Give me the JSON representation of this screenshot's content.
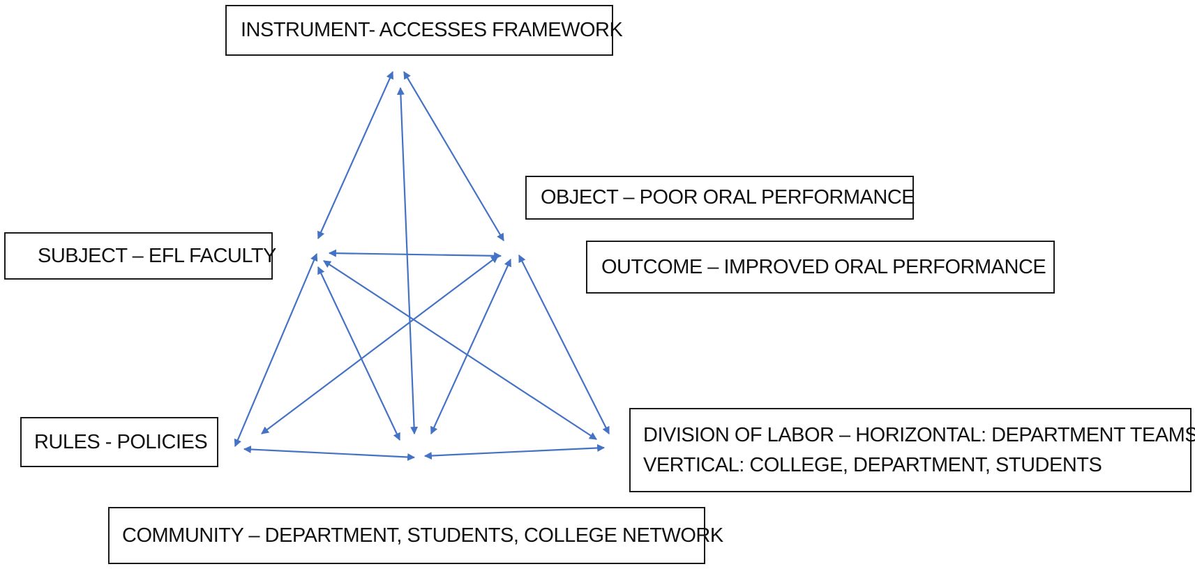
{
  "diagram": {
    "instrument": "INSTRUMENT- ACCESSES FRAMEWORK",
    "object": "OBJECT – POOR ORAL PERFORMANCE",
    "subject": "SUBJECT – EFL FACULTY",
    "outcome": "OUTCOME – IMPROVED ORAL PERFORMANCE",
    "rules": "RULES - POLICIES",
    "division_line1": "DIVISION OF LABOR – HORIZONTAL: DEPARTMENT TEAMS",
    "division_line2": "VERTICAL: COLLEGE, DEPARTMENT, STUDENTS",
    "community": "COMMUNITY – DEPARTMENT, STUDENTS, COLLEGE NETWORK"
  },
  "colors": {
    "arrow": "#4472C4",
    "box_border": "#1a1a1a",
    "text": "#111111"
  }
}
